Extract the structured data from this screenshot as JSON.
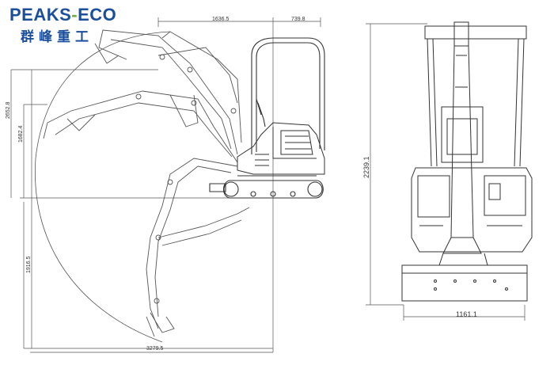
{
  "logo": {
    "brand_part1": "PEAKS",
    "brand_dash": "-",
    "brand_part2": "ECO",
    "chinese": "群峰重工",
    "colors": {
      "primary": "#1b4f9c",
      "accent": "#6fae3a"
    }
  },
  "dimensions": {
    "top_left": "1636.5",
    "top_right": "739.8",
    "height_left_outer": "2652.8",
    "height_left_inner": "1682.4",
    "dig_depth": "1916.5",
    "reach": "3279.5",
    "overall_height": "2239.1",
    "track_width": "1161.1"
  }
}
